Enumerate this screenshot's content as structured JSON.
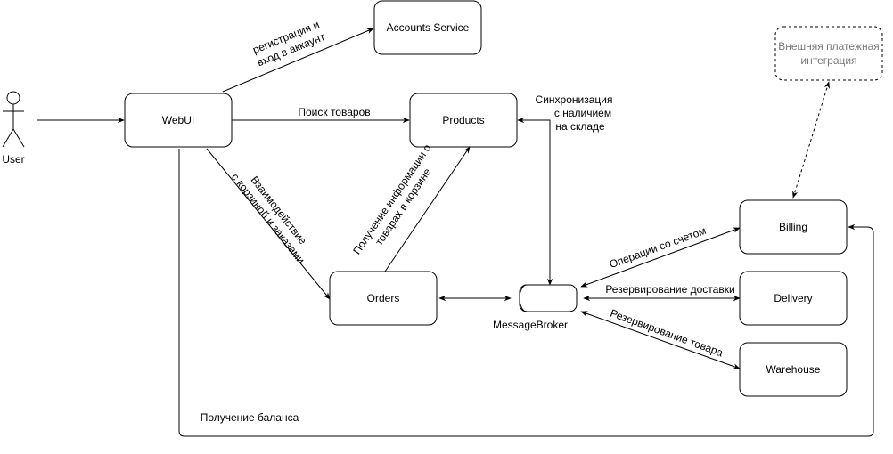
{
  "nodes": {
    "user": "User",
    "accounts": "Accounts Service",
    "webui": "WebUI",
    "products": "Products",
    "orders": "Orders",
    "broker": "MessageBroker",
    "billing": "Billing",
    "delivery": "Delivery",
    "warehouse": "Warehouse",
    "payment_line1": "Внешняя платежная",
    "payment_line2": "интеграция"
  },
  "edges": {
    "reg_line1": "регистрация и",
    "reg_line2": "вход в аккаунт",
    "search": "Поиск товаров",
    "sync_line1": "Синхронизация",
    "sync_line2": "с наличием",
    "sync_line3": "на складе",
    "cart_line1": "Взаимодействие",
    "cart_line2": "с корзиной и заказами",
    "info_line1": "Получение информации о",
    "info_line2": "товарах в корзине",
    "billing_ops": "Операции со счетом",
    "delivery_res": "Резервирование доставки",
    "warehouse_res": "Резервирование товара",
    "balance": "Получение баланса"
  }
}
